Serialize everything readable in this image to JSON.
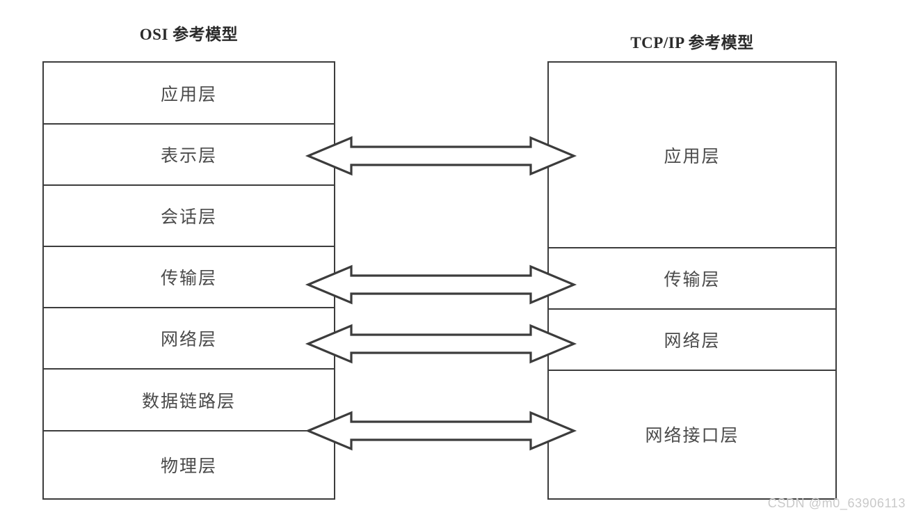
{
  "diagram": {
    "left_column": {
      "title": "OSI 参考模型",
      "layers": [
        {
          "label": "应用层"
        },
        {
          "label": "表示层"
        },
        {
          "label": "会话层"
        },
        {
          "label": "传输层"
        },
        {
          "label": "网络层"
        },
        {
          "label": "数据链路层"
        },
        {
          "label": "物理层"
        }
      ]
    },
    "right_column": {
      "title": "TCP/IP 参考模型",
      "layers": [
        {
          "label": "应用层"
        },
        {
          "label": "传输层"
        },
        {
          "label": "网络层"
        },
        {
          "label": "网络接口层"
        }
      ]
    },
    "connectors": [
      {
        "name": "application-mapping-arrow",
        "direction": "bidirectional"
      },
      {
        "name": "transport-mapping-arrow",
        "direction": "bidirectional"
      },
      {
        "name": "network-mapping-arrow",
        "direction": "bidirectional"
      },
      {
        "name": "network-interface-mapping-arrow",
        "direction": "bidirectional"
      }
    ],
    "colors": {
      "stroke": "#3c3c3c",
      "text": "#4a4a4a",
      "title": "#2b2b2b",
      "background": "#ffffff",
      "watermark": "#c9c9c9"
    }
  },
  "watermark": {
    "text": "CSDN @m0_63906113"
  }
}
